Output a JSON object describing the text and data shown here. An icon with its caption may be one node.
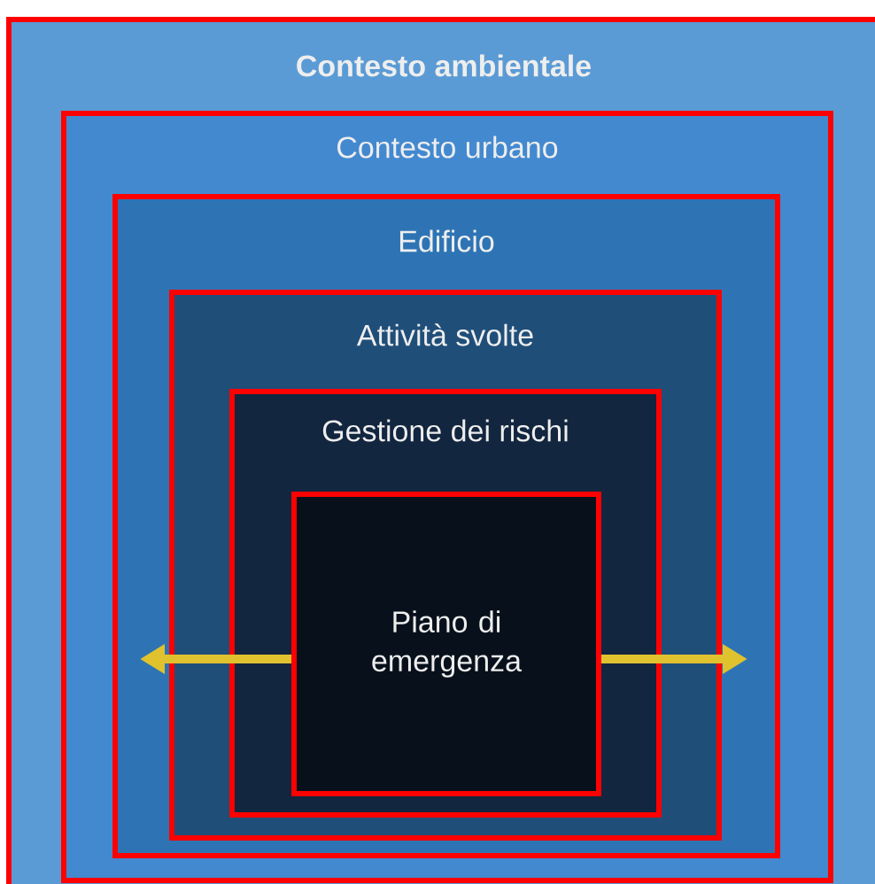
{
  "diagram": {
    "nodes": [
      {
        "text": [
          "Contesto ambientale"
        ]
      },
      {
        "text": [
          "Contesto urbano"
        ],
        "in": 0
      },
      {
        "text": [
          "Edificio"
        ],
        "in": 1
      },
      {
        "text": [
          "Attività svolte"
        ],
        "in": 2
      },
      {
        "text": [
          "Gestione dei rischi"
        ],
        "in": 3
      },
      {
        "text": [
          "Piano di emergenza"
        ],
        "in": 4
      }
    ],
    "edges": [
      {
        "from": 5,
        "to": null,
        "arrow": "to"
      },
      {
        "from": 5,
        "to": null,
        "arrow": "to"
      }
    ]
  }
}
